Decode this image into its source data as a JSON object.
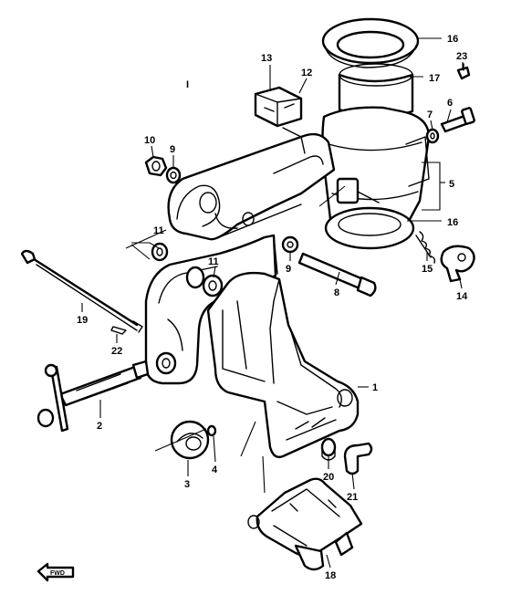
{
  "diagram": {
    "callouts": [
      {
        "id": "c1",
        "text": "1"
      },
      {
        "id": "c2",
        "text": "2"
      },
      {
        "id": "c3",
        "text": "3"
      },
      {
        "id": "c4",
        "text": "4"
      },
      {
        "id": "c5",
        "text": "5"
      },
      {
        "id": "c6",
        "text": "6"
      },
      {
        "id": "c7",
        "text": "7"
      },
      {
        "id": "c8",
        "text": "8"
      },
      {
        "id": "c9a",
        "text": "9"
      },
      {
        "id": "c9b",
        "text": "9"
      },
      {
        "id": "c10",
        "text": "10"
      },
      {
        "id": "c11a",
        "text": "11"
      },
      {
        "id": "c11b",
        "text": "11"
      },
      {
        "id": "c12",
        "text": "12"
      },
      {
        "id": "c13",
        "text": "13"
      },
      {
        "id": "c14",
        "text": "14"
      },
      {
        "id": "c15",
        "text": "15"
      },
      {
        "id": "c16a",
        "text": "16"
      },
      {
        "id": "c16b",
        "text": "16"
      },
      {
        "id": "c17",
        "text": "17"
      },
      {
        "id": "c18",
        "text": "18"
      },
      {
        "id": "c19",
        "text": "19"
      },
      {
        "id": "c20",
        "text": "20"
      },
      {
        "id": "c21",
        "text": "21"
      },
      {
        "id": "c22",
        "text": "22"
      },
      {
        "id": "c23",
        "text": "23"
      },
      {
        "id": "cI",
        "text": "I"
      }
    ],
    "forward_arrow": {
      "label": "FWD"
    }
  }
}
